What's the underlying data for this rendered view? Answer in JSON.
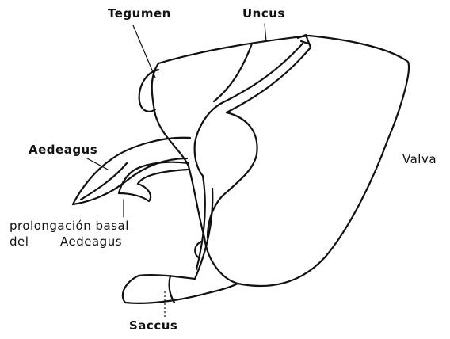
{
  "labels": {
    "tegumen": "Tegumen",
    "uncus": "Uncus",
    "aedeagus": "Aedeagus",
    "valva": "Valva",
    "basal_line1": "prolongación basal",
    "basal_line2_left": "del",
    "basal_line2_right": "Aedeagus",
    "saccus": "Saccus"
  }
}
